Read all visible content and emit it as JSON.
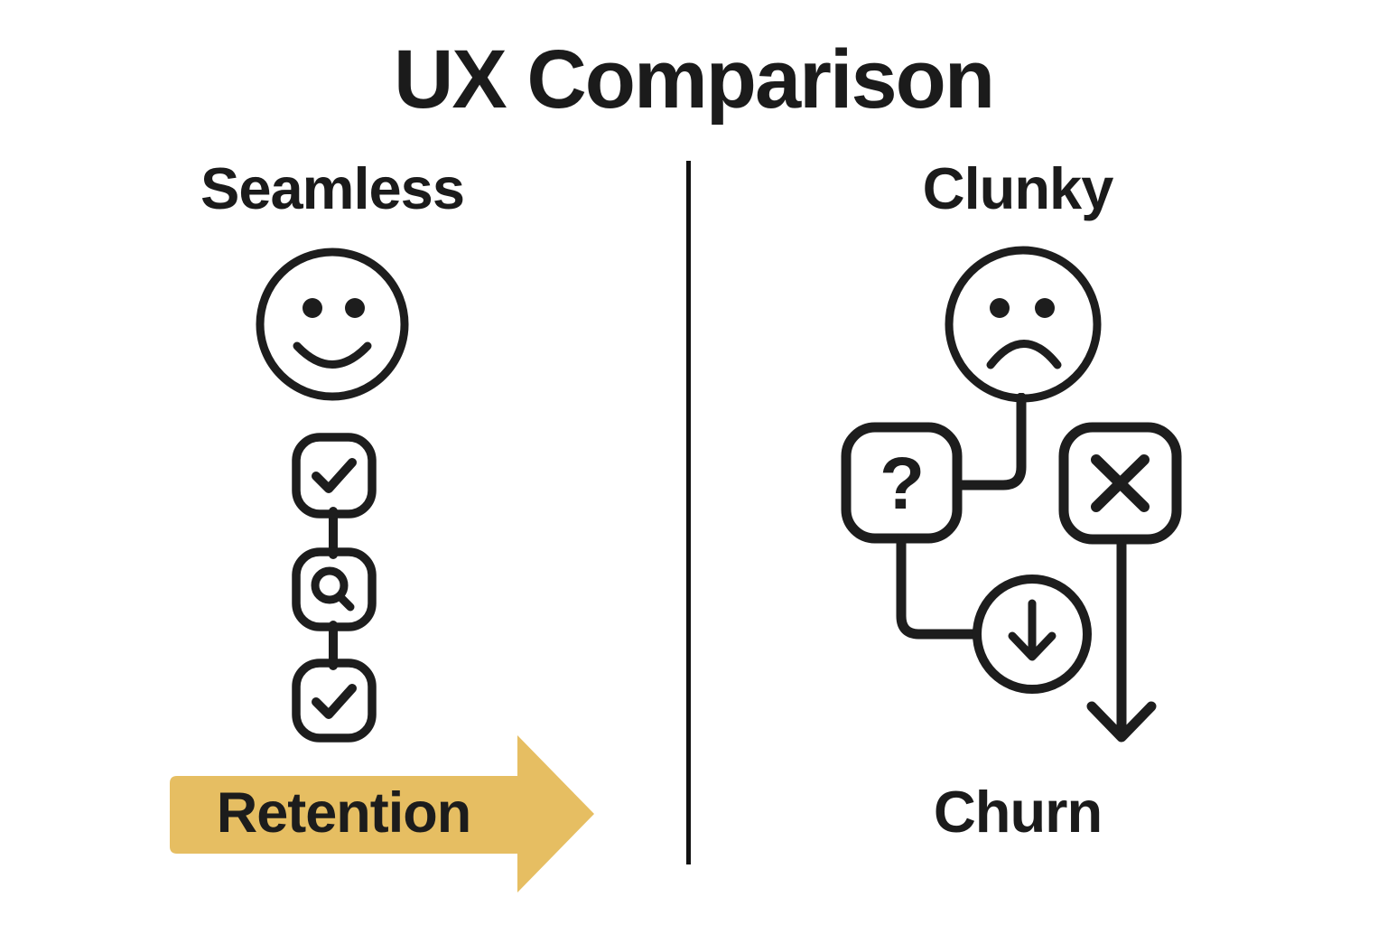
{
  "title": "UX Comparison",
  "left": {
    "heading": "Seamless",
    "mood_icon": "happy-face-icon",
    "step_icons": [
      "check-icon",
      "search-icon",
      "check-icon"
    ],
    "arrow_label": "Retention"
  },
  "right": {
    "heading": "Clunky",
    "mood_icon": "sad-face-icon",
    "flow_icons": [
      "question-icon",
      "x-icon",
      "down-arrow-circle-icon",
      "long-down-arrow-icon"
    ],
    "question_glyph": "?",
    "outcome_label": "Churn"
  },
  "colors": {
    "background": "#ffffff",
    "stroke": "#1d1d1d",
    "divider": "#111111",
    "arrow_fill": "#E6BE62"
  }
}
